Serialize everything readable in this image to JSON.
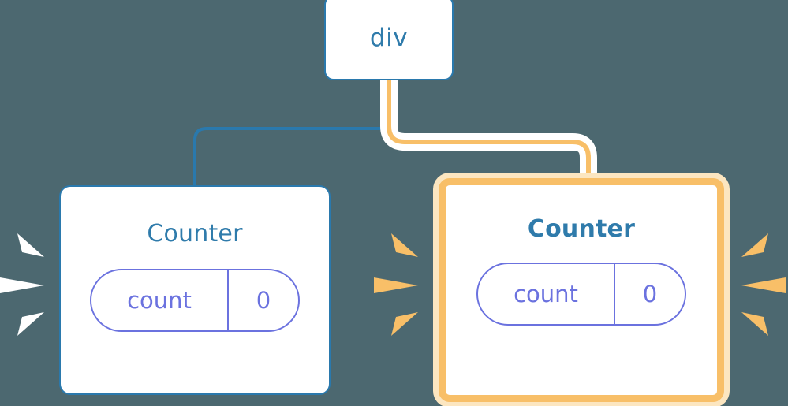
{
  "diagram": {
    "title": "component-tree-re-render",
    "background_color": "#4c6870",
    "nodes": {
      "root": {
        "label": "div",
        "border_color": "#2a79ad",
        "text_color": "#2f7bab"
      },
      "counter_left": {
        "label": "Counter",
        "border_color": "#2a79ad",
        "text_color": "#2f7bab",
        "highlighted": "false",
        "state": {
          "key": "count",
          "value": "0",
          "color": "#6b72df"
        }
      },
      "counter_right": {
        "label": "Counter",
        "border_color": "#f8bf68",
        "glow_color": "#fce6c0",
        "text_color": "#2f7bab",
        "highlighted": "true",
        "state": {
          "key": "count",
          "value": "0",
          "color": "#6b72df"
        }
      }
    },
    "edges": {
      "root_to_left": {
        "color": "#2a79ad",
        "style": "plain"
      },
      "root_to_right": {
        "color": "#f8bf68",
        "style": "highlighted-outlined"
      }
    },
    "effects": {
      "left_rays": {
        "name": "sparkle-rays-white",
        "color": "#ffffff",
        "count": "3"
      },
      "middle_rays": {
        "name": "sparkle-rays-orange",
        "color": "#f8bf68",
        "count": "3"
      },
      "right_rays": {
        "name": "sparkle-rays-orange",
        "color": "#f8bf68",
        "count": "3"
      }
    }
  }
}
